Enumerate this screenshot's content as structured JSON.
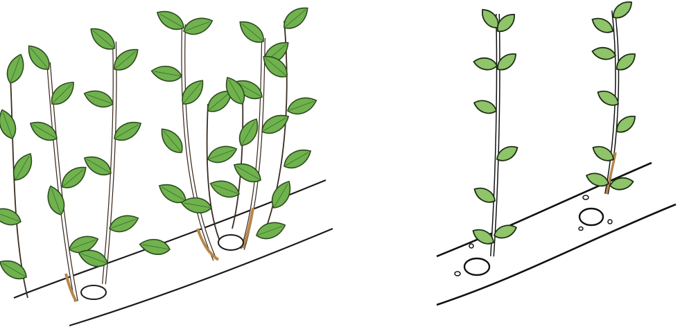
{
  "illustration": {
    "panels": [
      {
        "id": "left",
        "description_key": "cluster-of-stems"
      },
      {
        "id": "right",
        "description_key": "two-single-stems"
      }
    ],
    "colors": {
      "leaf_fill": "#6fb24e",
      "leaf_stroke": "#2d4a1e",
      "stem_fill": "#ffffff",
      "stem_stroke": "#3a2a1f",
      "stem_base": "#b8864b",
      "soil_line": "#1a1a1a",
      "background": "#ffffff"
    }
  }
}
